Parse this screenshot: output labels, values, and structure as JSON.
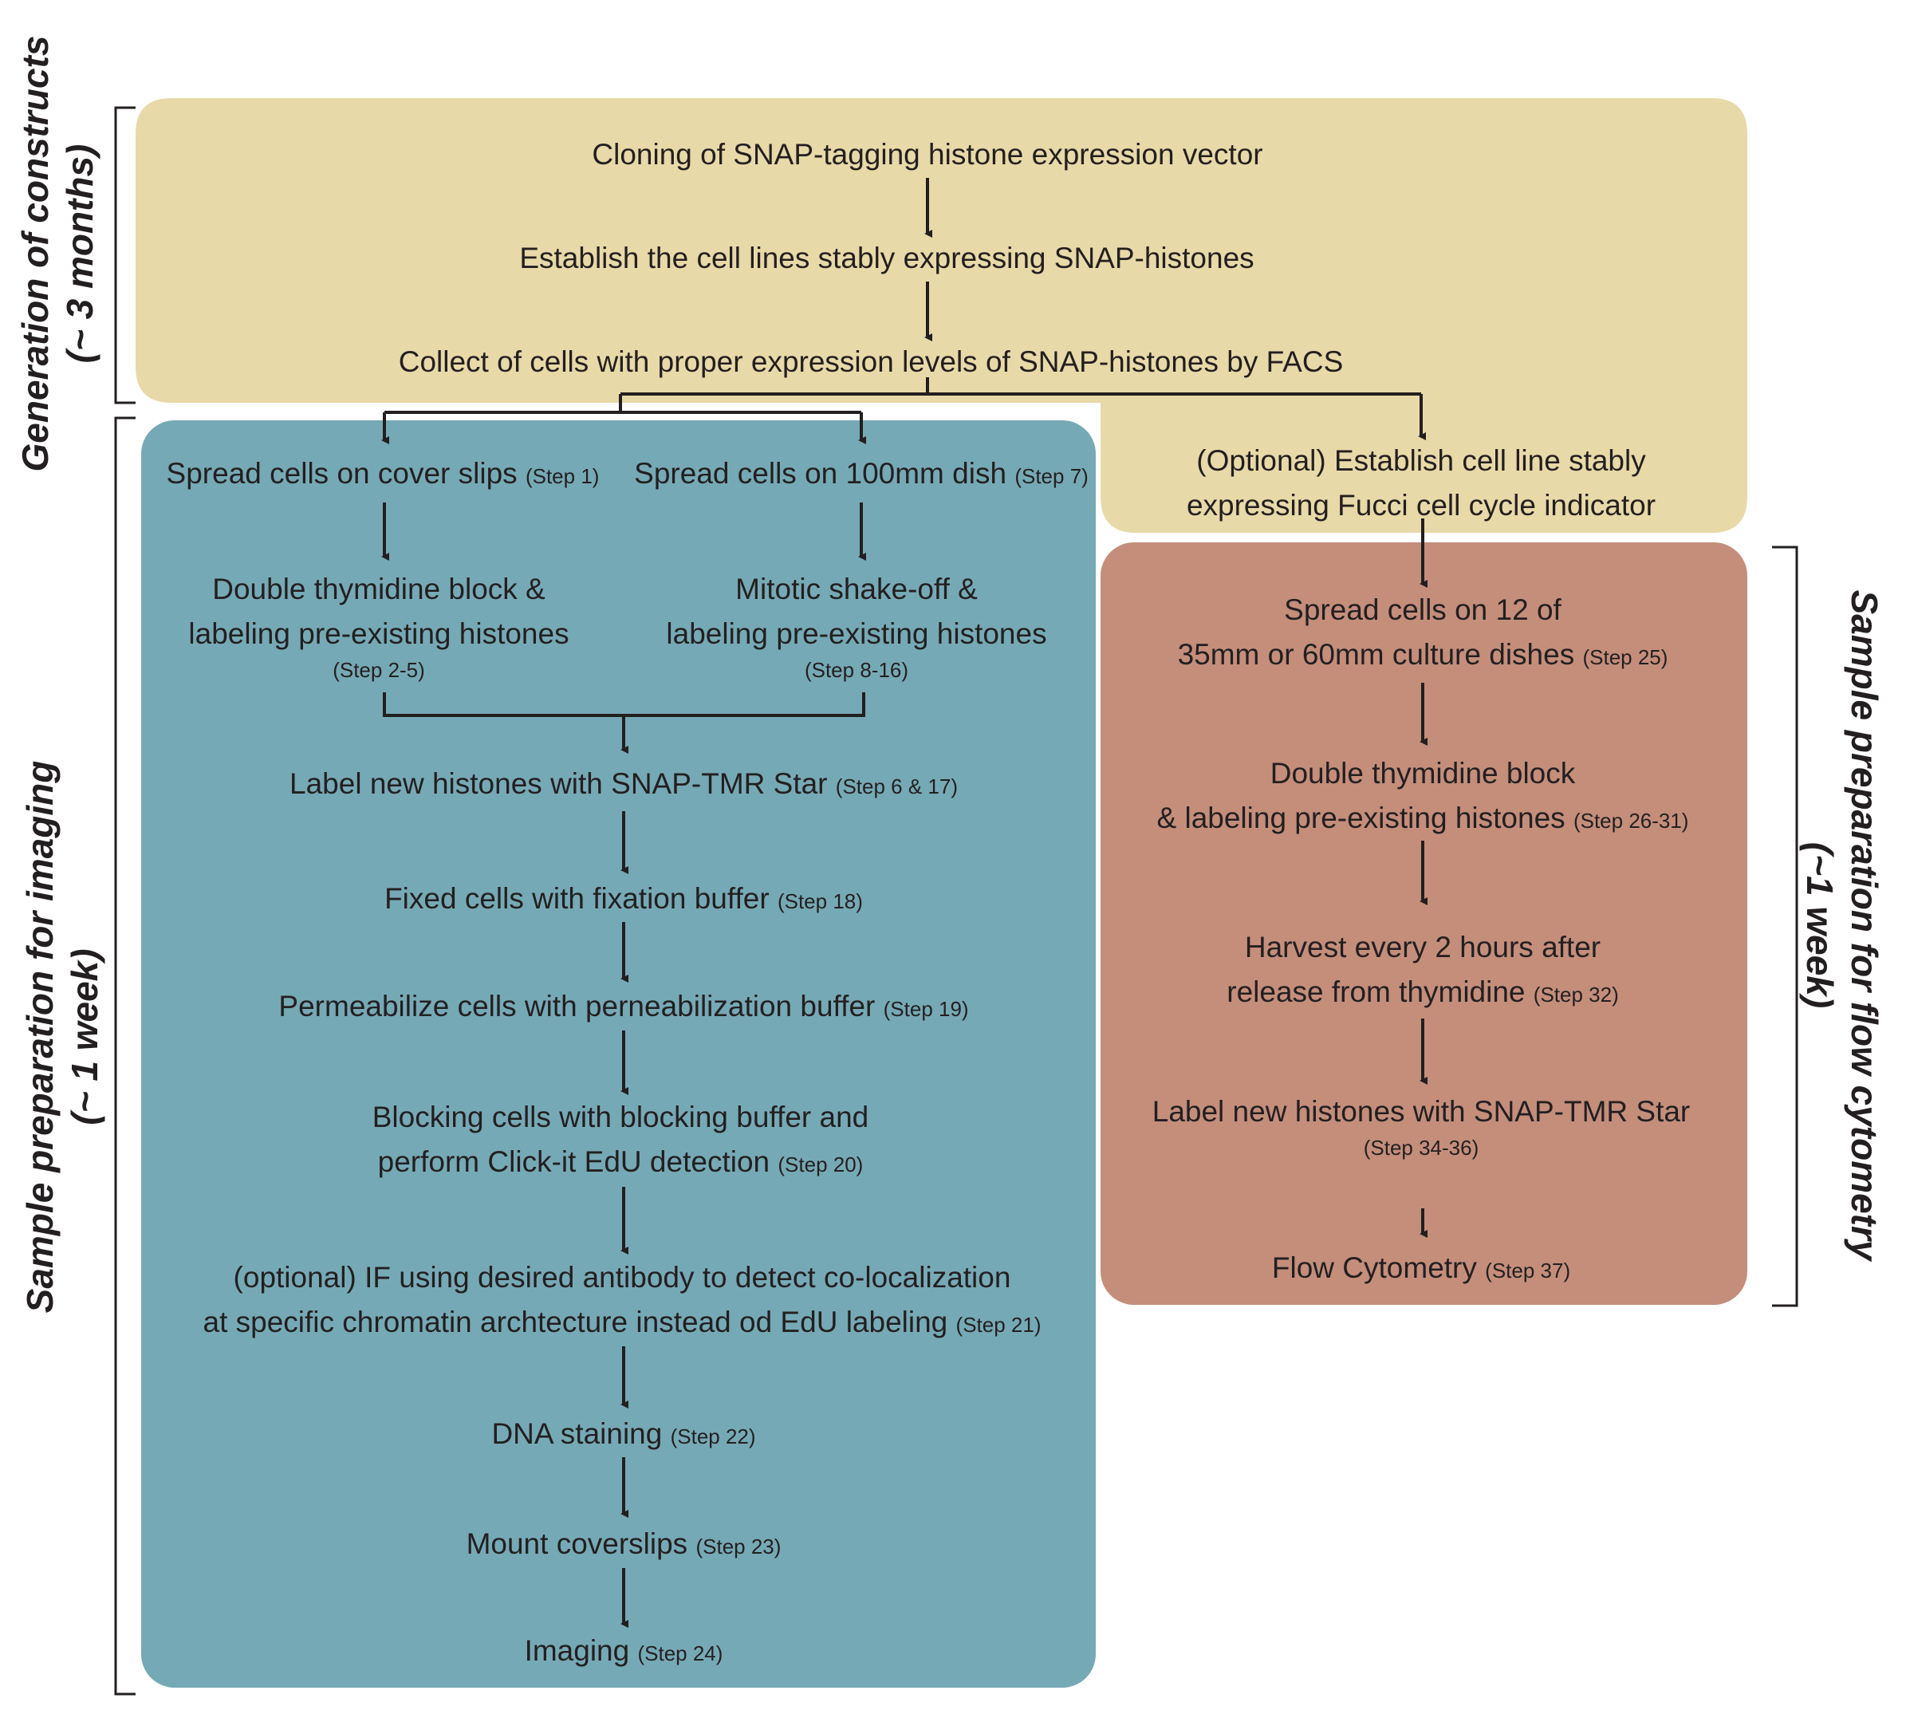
{
  "colors": {
    "constructs_box": "#e8d9a8",
    "imaging_box": "#76a9b6",
    "flow_box": "#c48e7b",
    "line": "#231f20"
  },
  "side_labels": {
    "constructs": {
      "line1": "Generation of constructs",
      "line2": "(~ 3 months)"
    },
    "imaging": {
      "line1": "Sample preparation for imaging",
      "line2": "(~ 1 week)"
    },
    "flow": {
      "line1": "Sample preparation for flow cytometry",
      "line2": "(~1 week)"
    }
  },
  "constructs": {
    "cloning": "Cloning of SNAP-tagging histone expression vector",
    "establish": "Establish the cell lines stably expressing SNAP-histones",
    "collect": "Collect of cells with proper expression levels of SNAP-histones by FACS",
    "optional_fucci": {
      "line1": "(Optional) Establish cell line stably",
      "line2": "expressing Fucci cell cycle indicator"
    }
  },
  "imaging": {
    "spread_coverslips": {
      "text": "Spread cells on cover slips",
      "step": "(Step 1)"
    },
    "spread_dish": {
      "text": "Spread cells on 100mm dish",
      "step": "(Step 7)"
    },
    "double_thymidine": {
      "line1": "Double thymidine block &",
      "line2": "labeling pre-existing histones",
      "step": "(Step 2-5)"
    },
    "mitotic_shake": {
      "line1": "Mitotic shake-off &",
      "line2": "labeling pre-existing histones",
      "step": "(Step 8-16)"
    },
    "label_new": {
      "text": "Label new histones with SNAP-TMR Star",
      "step": "(Step 6 & 17)"
    },
    "fixed": {
      "text": "Fixed cells with fixation buffer",
      "step": "(Step 18)"
    },
    "permeabilize": {
      "text": "Permeabilize cells with perneabilization buffer",
      "step": "(Step 19)"
    },
    "blocking": {
      "line1": "Blocking cells with blocking buffer and",
      "line2": "perform Click-it EdU detection",
      "step": "(Step 20)"
    },
    "optional_if": {
      "line1": "(optional) IF using desired antibody to detect co-localization",
      "line2": "at specific chromatin archtecture instead od EdU labeling",
      "step": "(Step 21)"
    },
    "dna_staining": {
      "text": "DNA staining",
      "step": "(Step 22)"
    },
    "mount": {
      "text": "Mount coverslips",
      "step": "(Step 23)"
    },
    "imaging": {
      "text": "Imaging",
      "step": "(Step 24)"
    }
  },
  "flow": {
    "spread": {
      "line1": "Spread cells on 12 of",
      "line2": "35mm or 60mm culture dishes",
      "step": "(Step 25)"
    },
    "double_thymidine": {
      "line1": "Double thymidine block",
      "line2": "& labeling pre-existing histones",
      "step": "(Step 26-31)"
    },
    "harvest": {
      "line1": "Harvest every 2 hours after",
      "line2": "release from thymidine",
      "step": "(Step 32)"
    },
    "label_new": {
      "text": "Label new histones with SNAP-TMR Star",
      "step": "(Step 34-36)"
    },
    "flow_cytometry": {
      "text": "Flow Cytometry",
      "step": "(Step 37)"
    }
  }
}
